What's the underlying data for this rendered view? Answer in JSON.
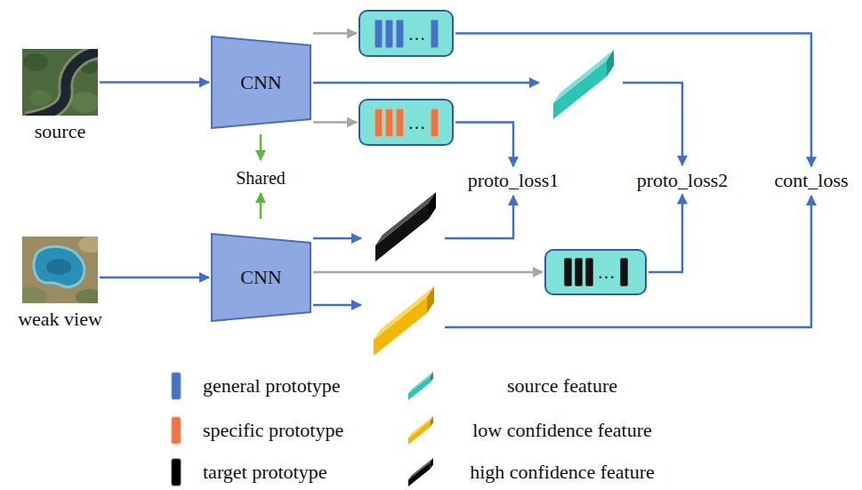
{
  "diagram": {
    "nodes": [
      {
        "text": [
          "source"
        ]
      },
      {
        "text": [
          "CNN"
        ]
      },
      {
        "text": [
          "…"
        ]
      },
      {
        "text": [
          "…"
        ]
      },
      {
        "text": [
          "weak view"
        ]
      },
      {
        "text": [
          "CNN"
        ]
      },
      {
        "text": [
          "…"
        ]
      },
      {
        "text": [
          "proto_loss1"
        ]
      },
      {
        "text": [
          "proto_loss2"
        ]
      },
      {
        "text": [
          "cont_loss"
        ]
      }
    ],
    "edges": [
      {
        "from": 0,
        "to": 1,
        "arrow": "to"
      },
      {
        "from": 1,
        "to": 2,
        "arrow": "to"
      },
      {
        "from": 1,
        "to": 3,
        "arrow": "to"
      },
      {
        "from": 3,
        "to": 7,
        "arrow": "to"
      },
      {
        "from": 2,
        "to": 9,
        "arrow": "to"
      },
      {
        "from": 4,
        "to": 5,
        "arrow": "to"
      },
      {
        "from": 5,
        "to": 6,
        "arrow": "to"
      },
      {
        "from": 6,
        "to": 8,
        "arrow": "to"
      }
    ],
    "labels": [
      "Shared"
    ],
    "legend": [
      {
        "text": "general prototype",
        "color": "#4472c4"
      },
      {
        "text": "source feature",
        "color": "#2ec4b4"
      },
      {
        "text": "specific prototype",
        "color": "#ee7442"
      },
      {
        "text": "low confidence feature",
        "color": "#f2b705"
      },
      {
        "text": "target prototype",
        "color": "#000000"
      },
      {
        "text": "high confidence feature",
        "color": "#000000"
      }
    ]
  }
}
